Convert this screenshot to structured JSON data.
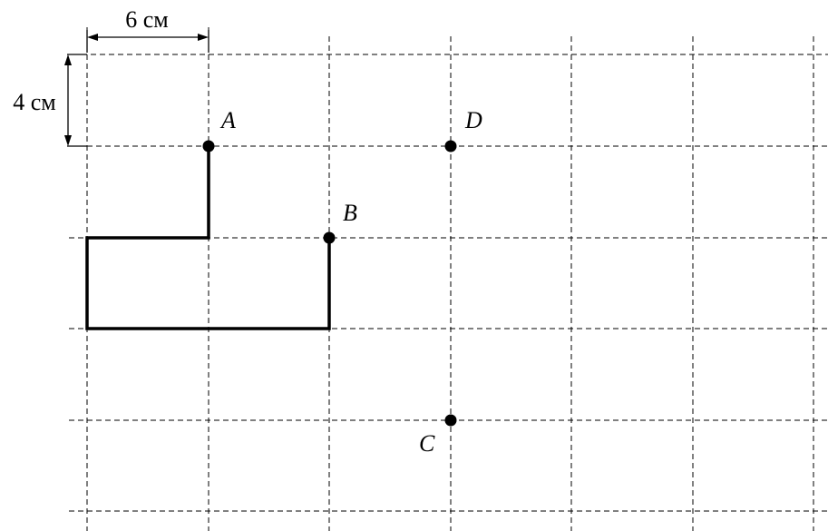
{
  "dimensions": {
    "width_label": "6 см",
    "height_label": "4 см"
  },
  "points": {
    "A": {
      "label": "A"
    },
    "B": {
      "label": "B"
    },
    "C": {
      "label": "C"
    },
    "D": {
      "label": "D"
    }
  }
}
